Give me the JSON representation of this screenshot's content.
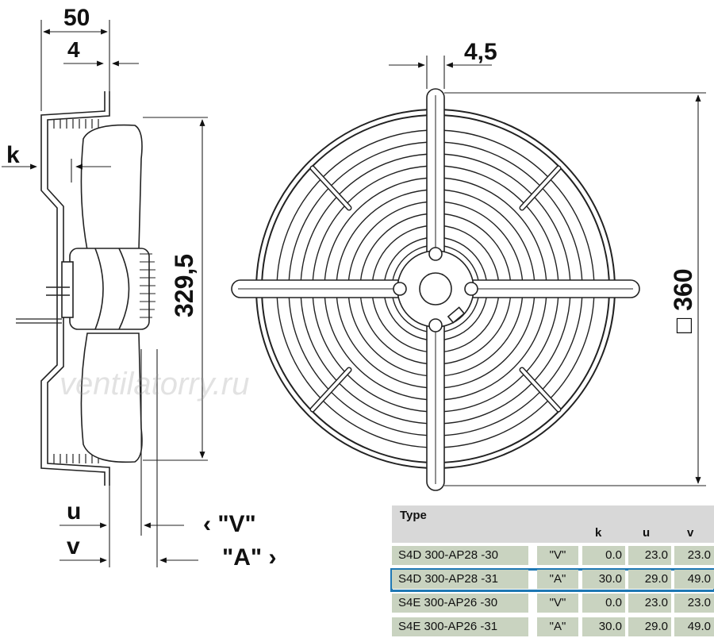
{
  "side_view": {
    "dim_width": "50",
    "dim_flange": "4",
    "dim_k": "k",
    "dim_height": "329,5",
    "dim_u": "u",
    "dim_v": "v",
    "arrow_v_label": "‹ \"V\"",
    "arrow_a_label": "\"A\" ›"
  },
  "front_view": {
    "dim_rib": "4,5",
    "dim_square": "□ 360"
  },
  "watermark": "ventilatorry.ru",
  "spec_table": {
    "title": "Type",
    "col_k": "k",
    "col_u": "u",
    "col_v": "v",
    "rows": [
      {
        "model": "S4D  300-AP28  -30",
        "version": "\"V\"",
        "k": "0.0",
        "u": "23.0",
        "v": "23.0"
      },
      {
        "model": "S4D  300-AP28  -31",
        "version": "\"A\"",
        "k": "30.0",
        "u": "29.0",
        "v": "49.0"
      },
      {
        "model": "S4E  300-AP26  -30",
        "version": "\"V\"",
        "k": "0.0",
        "u": "23.0",
        "v": "23.0"
      },
      {
        "model": "S4E  300-AP26  -31",
        "version": "\"A\"",
        "k": "30.0",
        "u": "29.0",
        "v": "49.0"
      }
    ],
    "highlight_color": "#1e78b4"
  }
}
